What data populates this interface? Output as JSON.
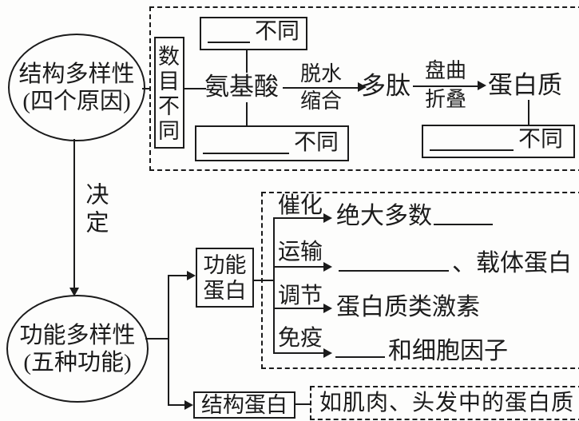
{
  "diagram": {
    "cause_ellipse": {
      "line1": "结构多样性",
      "line2": "(四个原因)"
    },
    "determines": "决定",
    "effect_ellipse": {
      "line1": "功能多样性",
      "line2": "(五种功能)"
    },
    "structure_panel": {
      "count_difference": "数目不同",
      "blank_top_label": "不同",
      "blank_bottom_label": "不同",
      "amino_acid": "氨基酸",
      "dehydration_line1": "脱水",
      "dehydration_line2": "缩合",
      "polypeptide": "多肽",
      "folding_line1": "盘曲",
      "folding_line2": "折叠",
      "protein": "蛋白质",
      "blank_right_label": "不同"
    },
    "function_panel": {
      "functional_protein_line1": "功能",
      "functional_protein_line2": "蛋白",
      "branches": [
        {
          "label": "催化",
          "before": "绝大多数",
          "after": ""
        },
        {
          "label": "运输",
          "before": "",
          "after": "、载体蛋白"
        },
        {
          "label": "调节",
          "before": "蛋白质类激素",
          "after": ""
        },
        {
          "label": "免疫",
          "before": "",
          "after": "和细胞因子"
        }
      ],
      "structural_protein": "结构蛋白",
      "structural_example": "如肌肉、头发中的蛋白质"
    }
  }
}
